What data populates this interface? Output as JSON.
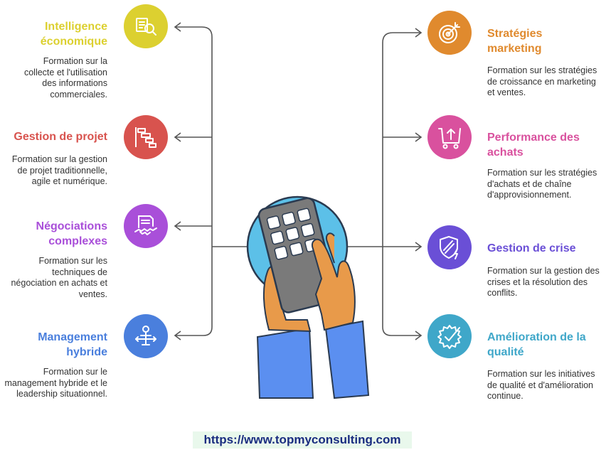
{
  "left_items": [
    {
      "title": "Intelligence économique",
      "desc": "Formation sur la collecte et l'utilisation des informations commerciales.",
      "color": "#dcd030",
      "icon": "document-search-icon"
    },
    {
      "title": "Gestion de projet",
      "desc": "Formation sur la gestion de projet traditionnelle, agile et numérique.",
      "color": "#d8534e",
      "icon": "gantt-chart-icon"
    },
    {
      "title": "Négociations complexes",
      "desc": "Formation sur les techniques de négociation en achats et ventes.",
      "color": "#a94fd9",
      "icon": "contract-handshake-icon"
    },
    {
      "title": "Management hybride",
      "desc": "Formation sur le management hybride et le leadership situationnel.",
      "color": "#4a7fdd",
      "icon": "person-balance-icon"
    }
  ],
  "right_items": [
    {
      "title": "Stratégies marketing",
      "desc": "Formation sur les stratégies de croissance en marketing et ventes.",
      "color": "#e08a2e",
      "icon": "target-icon"
    },
    {
      "title": "Performance des achats",
      "desc": "Formation sur les stratégies d'achats et de chaîne d'approvisionnement.",
      "color": "#d9519e",
      "icon": "cart-arrow-icon"
    },
    {
      "title": "Gestion de crise",
      "desc": "Formation sur la gestion des crises et la résolution des conflits.",
      "color": "#6a4fd6",
      "icon": "shield-lightning-icon"
    },
    {
      "title": "Amélioration de la qualité",
      "desc": "Formation sur les initiatives de qualité et d'amélioration continue.",
      "color": "#3fa7c9",
      "icon": "gear-check-icon"
    }
  ],
  "hero": {
    "icon": "hands-calculator-icon",
    "circle_color": "#5cc0e8",
    "sleeve_color": "#5b8ff0",
    "hand_color": "#e89a4a",
    "device_color": "#7a7a7a"
  },
  "footer": {
    "url": "https://www.topmyconsulting.com"
  }
}
